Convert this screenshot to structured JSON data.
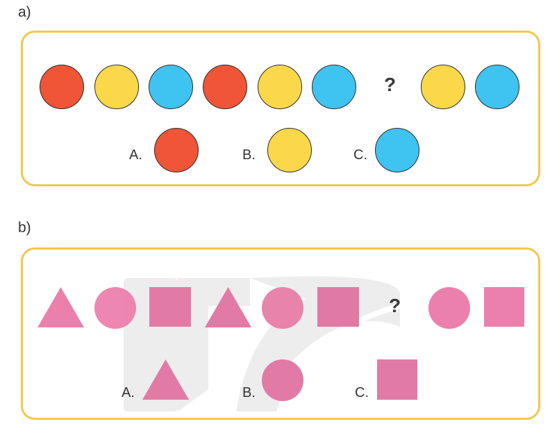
{
  "colors": {
    "red": "#ef5536",
    "yellow": "#fbd84a",
    "blue": "#3fc3f0",
    "pink": "#ec80ad",
    "panel_border": "#f3c84a"
  },
  "part_a": {
    "label": "a)",
    "sequence": [
      "red-circle",
      "yellow-circle",
      "blue-circle",
      "red-circle",
      "yellow-circle",
      "blue-circle",
      "?",
      "yellow-circle",
      "blue-circle"
    ],
    "question_mark": "?",
    "options": [
      {
        "label": "A.",
        "shape": "red-circle"
      },
      {
        "label": "B.",
        "shape": "yellow-circle"
      },
      {
        "label": "C.",
        "shape": "blue-circle"
      }
    ]
  },
  "part_b": {
    "label": "b)",
    "sequence": [
      "pink-triangle",
      "pink-circle",
      "pink-square",
      "pink-triangle",
      "pink-circle",
      "pink-square",
      "?",
      "pink-circle",
      "pink-square"
    ],
    "question_mark": "?",
    "options": [
      {
        "label": "A.",
        "shape": "pink-triangle"
      },
      {
        "label": "B.",
        "shape": "pink-circle"
      },
      {
        "label": "C.",
        "shape": "pink-square"
      }
    ]
  }
}
